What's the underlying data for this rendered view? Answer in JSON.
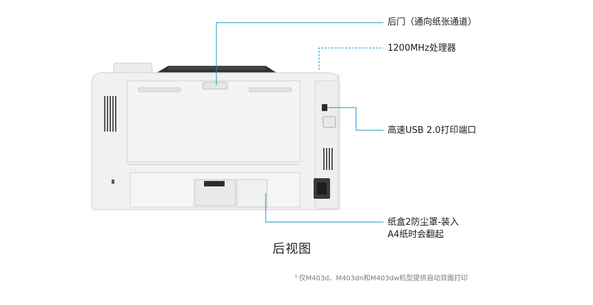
{
  "callouts": {
    "rear_door": "后门（通向纸张通道）",
    "processor": "1200MHz处理器",
    "usb": "高速USB 2.0打印端口",
    "tray_line1": "纸盒2防尘罩-装入",
    "tray_line2": "A4纸时会翻起"
  },
  "caption": "后视图",
  "footnote": {
    "marker": "1",
    "text": "仅M403d、M403dn和M403dw机型提供自动双面打印"
  },
  "colors": {
    "callout_line": "#1a8fc9",
    "printer_body": "#f0f0f0",
    "printer_edge": "#cfcfcf",
    "printer_dark": "#3a3a3a"
  }
}
